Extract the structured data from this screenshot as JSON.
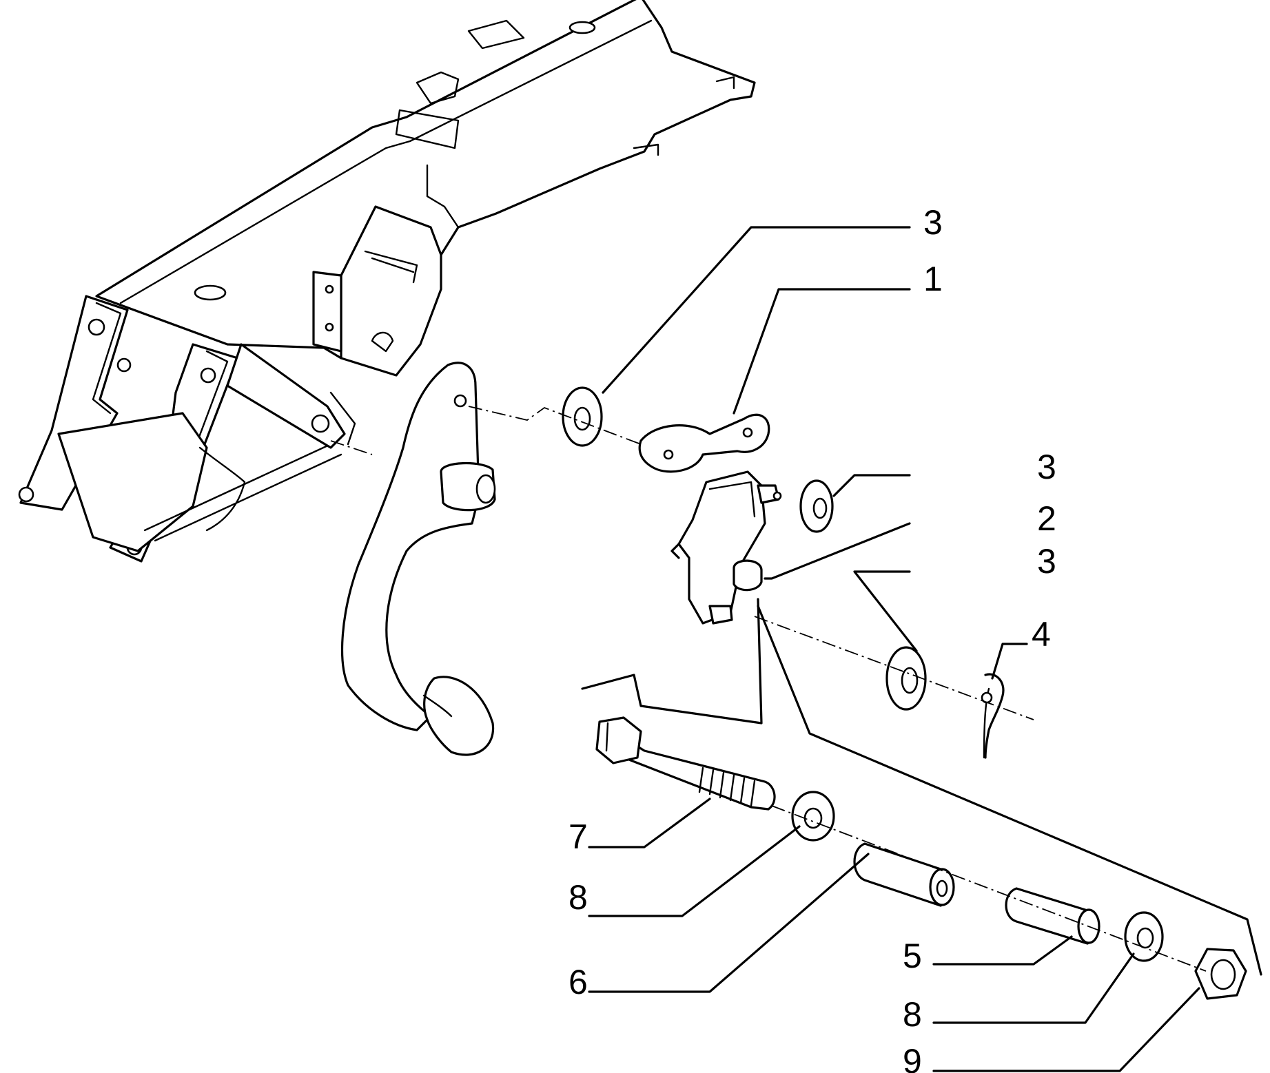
{
  "callouts": {
    "c1": "3",
    "c2": "1",
    "c3": "3",
    "c4": "2",
    "c5": "3",
    "c6": "4",
    "c7": "7",
    "c8": "8",
    "c9": "6",
    "c10": "5",
    "c11": "8",
    "c12": "9"
  },
  "colors": {
    "line": "#000000",
    "background": "#ffffff"
  }
}
